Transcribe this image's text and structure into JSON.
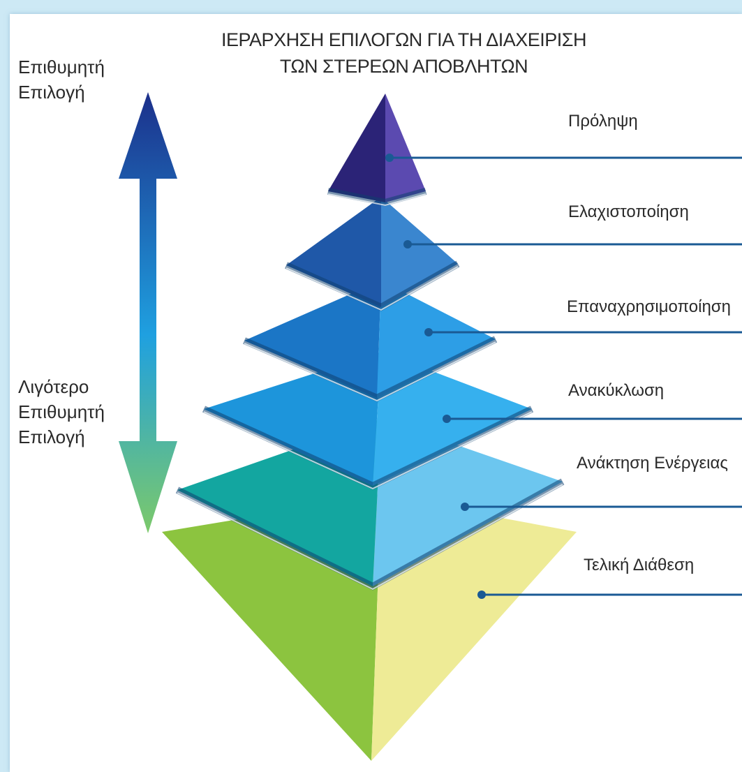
{
  "title": {
    "line1": "ΙΕΡΑΡΧΗΣΗ ΕΠΙΛΟΓΩΝ ΓΙΑ ΤΗ ΔΙΑΧΕΙΡΙΣΗ",
    "line2": "ΤΩΝ ΣΤΕΡΕΩΝ ΑΠΟΒΛΗΤΩΝ"
  },
  "arrow": {
    "top_label_line1": "Επιθυμητή",
    "top_label_line2": "Επιλογή",
    "bottom_label_line1": "Λιγότερο",
    "bottom_label_line2": "Επιθυμητή",
    "bottom_label_line3": "Επιλογή",
    "color_top": "#1c2f8a",
    "color_mid": "#1fa0e0",
    "color_bottom": "#7cc96a"
  },
  "levels": [
    {
      "label": "Πρόληψη",
      "color_left": "#2b2377",
      "color_right": "#5b4ab0"
    },
    {
      "label": "Ελαχιστοποίηση",
      "color_left": "#1f58a8",
      "color_right": "#3a86cf"
    },
    {
      "label": "Επαναχρησιμοποίηση",
      "color_left": "#1b76c6",
      "color_right": "#2d9ee6"
    },
    {
      "label": "Ανακύκλωση",
      "color_left": "#1d95db",
      "color_right": "#36b0ee"
    },
    {
      "label": "Ανάκτηση Ενέργειας",
      "color_left": "#13a6a0",
      "color_right": "#6cc6ef"
    },
    {
      "label": "Τελική Διάθεση",
      "color_left": "#8cc43f",
      "color_right": "#eeeb96"
    }
  ]
}
